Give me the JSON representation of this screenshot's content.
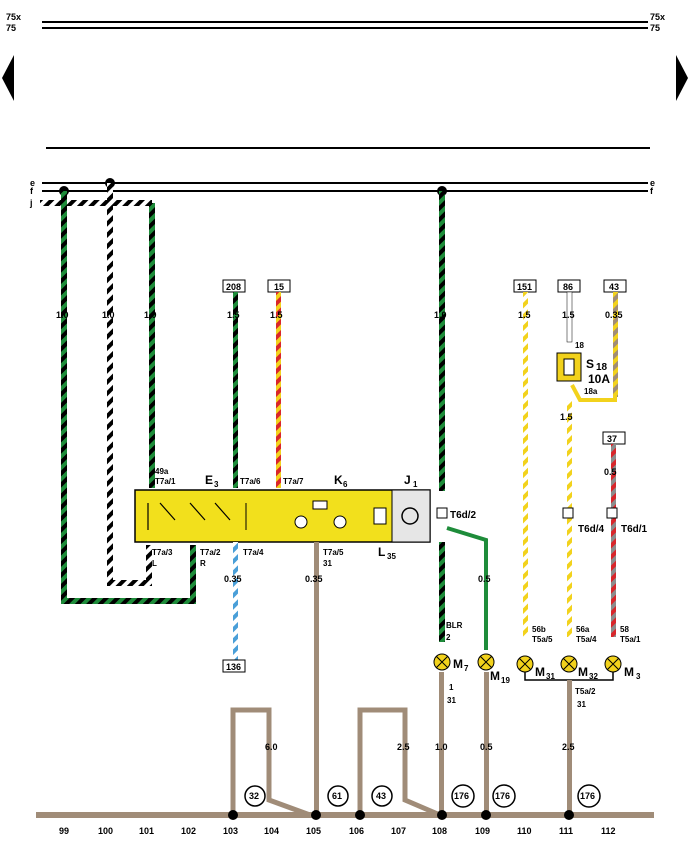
{
  "top": {
    "left_label_top": "75x",
    "left_label_bottom": "75",
    "right_label_top": "75x",
    "right_label_bottom": "75"
  },
  "rails": {
    "e": "e",
    "f": "f",
    "j": "j"
  },
  "wire_sizes": {
    "w1": "1.0",
    "w2": "1.0",
    "w3": "1.0",
    "w208": "1.5",
    "w15": "1.5",
    "w_mid": "1.0",
    "w151": "1.5",
    "w86": "1.5",
    "w43": "0.35",
    "w_fuse_out": "1.5",
    "w37": "0.5",
    "w_l35": "0.5",
    "w_e3": "0.35",
    "w_31": "0.35",
    "g_104": "6.0",
    "g_107": "2.5",
    "g_108": "1.0",
    "g_109": "0.5",
    "g_111": "2.5"
  },
  "terminals": {
    "t208": "208",
    "t15": "15",
    "t151": "151",
    "t86": "86",
    "t43": "43",
    "t37": "37",
    "t136": "136"
  },
  "connectors": {
    "t7a1": "T7a/1",
    "t49a": "49a",
    "t7a6": "T7a/6",
    "t7a7": "T7a/7",
    "t7a3": "T7a/3",
    "t7a3b": "L",
    "t7a2": "T7a/2",
    "t7a2b": "R",
    "t7a4": "T7a/4",
    "t7a5": "T7a/5",
    "t7a5b": "31",
    "t6d2": "T6d/2",
    "t6d4": "T6d/4",
    "t6d1": "T6d/1",
    "blr": "BLR",
    "blr2": "2",
    "m7_1": "1",
    "m7_31": "31",
    "t56b": "56b",
    "t5a5": "T5a/5",
    "t56a": "56a",
    "t5a4": "T5a/4",
    "t58": "58",
    "t5a1": "T5a/1",
    "t5a2": "T5a/2",
    "t5a2b": "31",
    "fuse_in": "18",
    "fuse_out": "18a"
  },
  "components": {
    "e3": "E",
    "e3sub": "3",
    "k6": "K",
    "k6sub": "6",
    "j1": "J",
    "j1sub": "1",
    "l35": "L",
    "l35sub": "35",
    "s18": "S",
    "s18sub": "18",
    "s18amp": "10A",
    "m7": "M",
    "m7sub": "7",
    "m19": "M",
    "m19sub": "19",
    "m31": "M",
    "m31sub": "31",
    "m32": "M",
    "m32sub": "32",
    "m3": "M",
    "m3sub": "3"
  },
  "ground_points": {
    "g32": "32",
    "g61": "61",
    "g43": "43",
    "g176a": "176",
    "g176b": "176",
    "g176c": "176"
  },
  "track_numbers": [
    "99",
    "100",
    "101",
    "102",
    "103",
    "104",
    "105",
    "106",
    "107",
    "108",
    "109",
    "110",
    "111",
    "112"
  ],
  "colors": {
    "green": "#1e8c3a",
    "yellow": "#f2d21c",
    "red": "#d9262b",
    "brown": "#a08c78",
    "blue": "#4a9fd8",
    "grey": "#8c8c8c",
    "relay_yellow": "#f2e01c"
  }
}
